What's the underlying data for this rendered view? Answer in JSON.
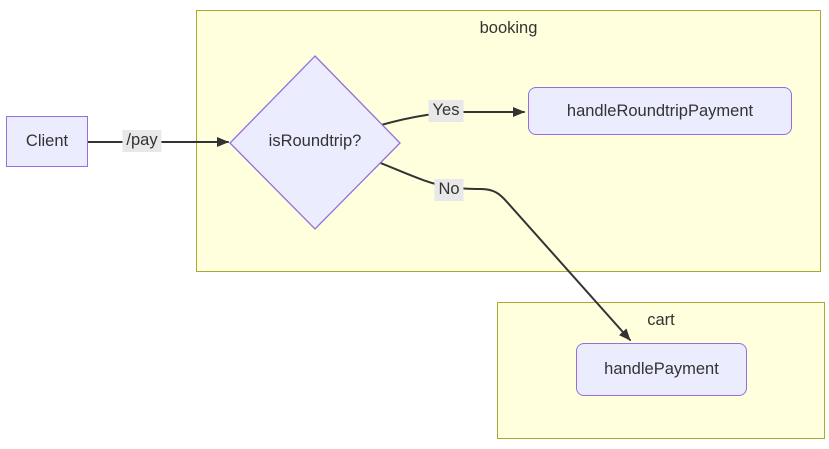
{
  "diagram": {
    "type": "flowchart",
    "direction": "left-to-right",
    "subgraphs": [
      {
        "id": "booking",
        "label": "booking"
      },
      {
        "id": "cart",
        "label": "cart"
      }
    ],
    "nodes": [
      {
        "id": "client",
        "label": "Client",
        "shape": "rectangle",
        "subgraph": null
      },
      {
        "id": "isRoundtrip",
        "label": "isRoundtrip?",
        "shape": "diamond",
        "subgraph": "booking"
      },
      {
        "id": "handleRoundtripPayment",
        "label": "handleRoundtripPayment",
        "shape": "rounded-rectangle",
        "subgraph": "booking"
      },
      {
        "id": "handlePayment",
        "label": "handlePayment",
        "shape": "rounded-rectangle",
        "subgraph": "cart"
      }
    ],
    "edges": [
      {
        "from": "client",
        "to": "isRoundtrip",
        "label": "/pay"
      },
      {
        "from": "isRoundtrip",
        "to": "handleRoundtripPayment",
        "label": "Yes"
      },
      {
        "from": "isRoundtrip",
        "to": "handlePayment",
        "label": "No"
      }
    ],
    "colors": {
      "node_fill": "#ECECFF",
      "node_border": "#9370DB",
      "cluster_fill": "#FFFFDE",
      "cluster_border": "#AAAA33",
      "edge": "#333333",
      "edge_label_bg": "#E8E8E8",
      "text": "#333333",
      "background": "#FFFFFF"
    }
  }
}
